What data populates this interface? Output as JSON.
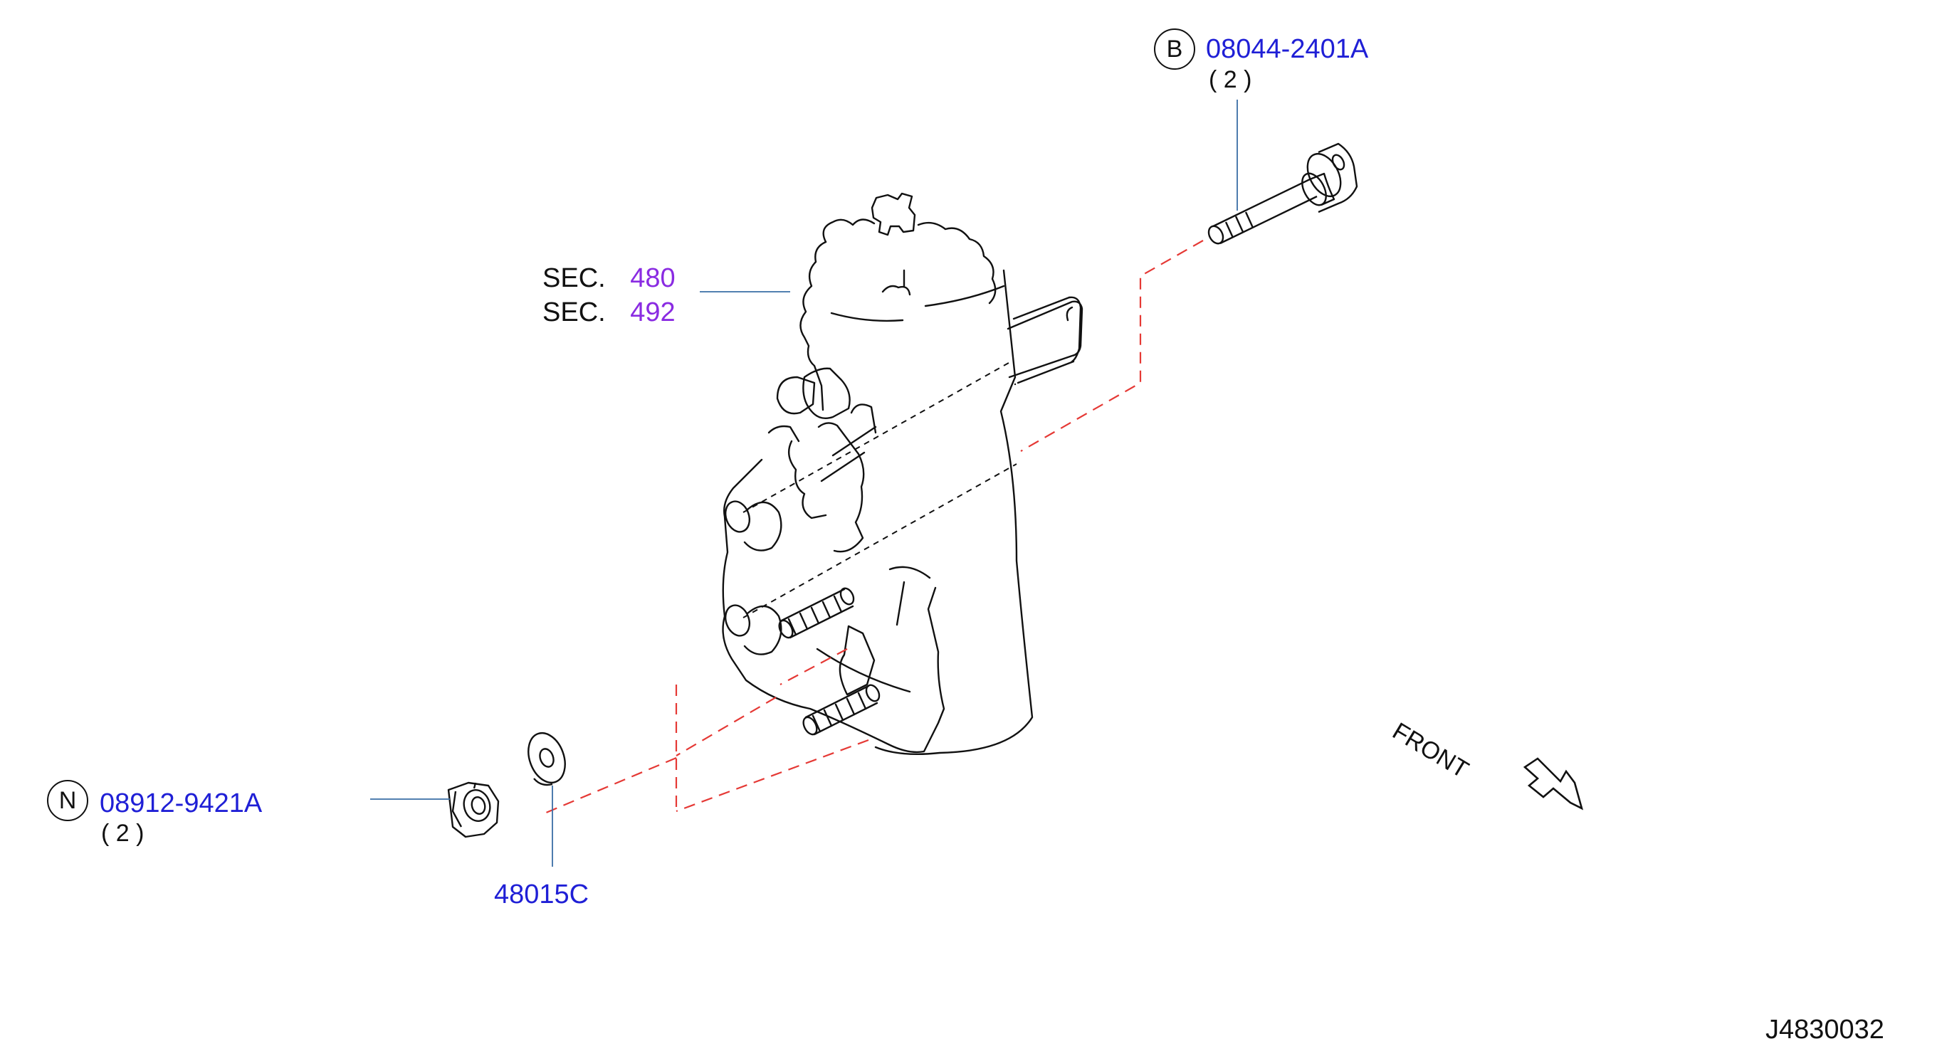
{
  "callouts": {
    "bolt": {
      "symbol": "B",
      "part_number": "08044-2401A",
      "qty": "( 2 )"
    },
    "nut": {
      "symbol": "N",
      "part_number": "08912-9421A",
      "qty": "( 2 )"
    },
    "washer": {
      "part_number": "48015C"
    },
    "section_refs": [
      {
        "prefix": "SEC.",
        "number": "480"
      },
      {
        "prefix": "SEC.",
        "number": "492"
      }
    ]
  },
  "orientation": {
    "label": "FRONT"
  },
  "drawing_id": "J4830032",
  "colors": {
    "part_number": "#1f1fd6",
    "section_number": "#8a2be2",
    "leader_line": "#3a6ea5",
    "hidden_line": "#e53935",
    "outline": "#111111"
  }
}
